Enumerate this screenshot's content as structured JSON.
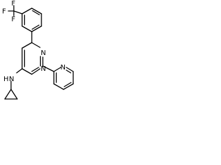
{
  "molecule": {
    "atom_labels": {
      "f1": "F",
      "f2": "F",
      "f3": "F",
      "n_pyrimidine_right": "N",
      "n_pyrimidine_bottom": "N",
      "n_pyridine": "N",
      "n_amine": "N",
      "h_amine": "H"
    }
  }
}
